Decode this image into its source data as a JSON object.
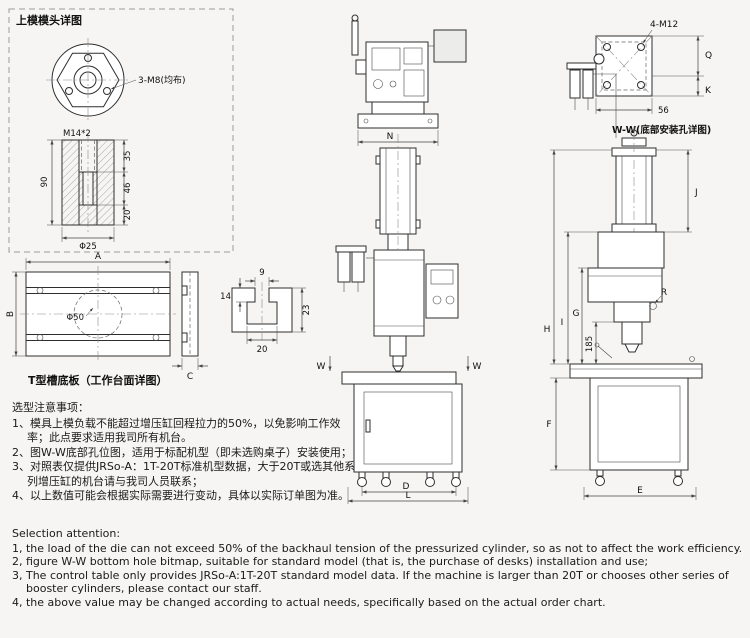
{
  "die_detail": {
    "title": "上模模头详图",
    "labels": {
      "bolts": "3-M8(均布)",
      "thread": "M14*2",
      "h35": "35",
      "h46": "46",
      "h90": "90",
      "h20": "20",
      "dia25": "Φ25"
    }
  },
  "tslot": {
    "title": "T型槽底板（工作台面详图）",
    "labels": {
      "A": "A",
      "B": "B",
      "C": "C",
      "dia50": "Φ50",
      "w9": "9",
      "w14": "14",
      "h23": "23",
      "w20": "20"
    }
  },
  "front_view": {
    "labels": {
      "N": "N",
      "W_left": "W",
      "W_right": "W",
      "D": "D",
      "L": "L"
    }
  },
  "side_view": {
    "labels": {
      "bolts": "4-M12",
      "Q": "Q",
      "K": "K",
      "w56": "56",
      "ww_title": "W-W(底部安装孔详图)",
      "J": "J",
      "R": "R",
      "G": "G",
      "I": "I",
      "H": "H",
      "h185": "185",
      "F": "F",
      "E": "E"
    }
  },
  "notes_cn": {
    "title": "选型注意事项：",
    "items": [
      "1、模具上模负载不能超过增压缸回程拉力的50%，以免影响工作效率；此点要求适用我司所有机台。",
      "2、图W-W底部孔位图，适用于标配机型（即未选购桌子）安装使用；",
      "3、对照表仅提供JRSo-A：1T-20T标准机型数据，大于20T或选其他系列增压缸的机台请与我司人员联系；",
      "4、以上数值可能会根据实际需要进行变动，具体以实际订单图为准。"
    ]
  },
  "notes_en": {
    "title": "Selection attention:",
    "items": [
      "1, the load of the die can not exceed 50% of the backhaul tension of the pressurized cylinder, so as not to affect the work efficiency.",
      "2, figure W-W bottom hole bitmap, suitable for standard model (that is, the purchase of desks) installation and use;",
      "3, The control table only provides JRSo-A:1T-20T standard model data. If the machine is larger than 20T or chooses other series of booster cylinders, please contact our staff.",
      "4, the above value may be changed according to actual needs, specifically based on the actual order chart."
    ]
  }
}
